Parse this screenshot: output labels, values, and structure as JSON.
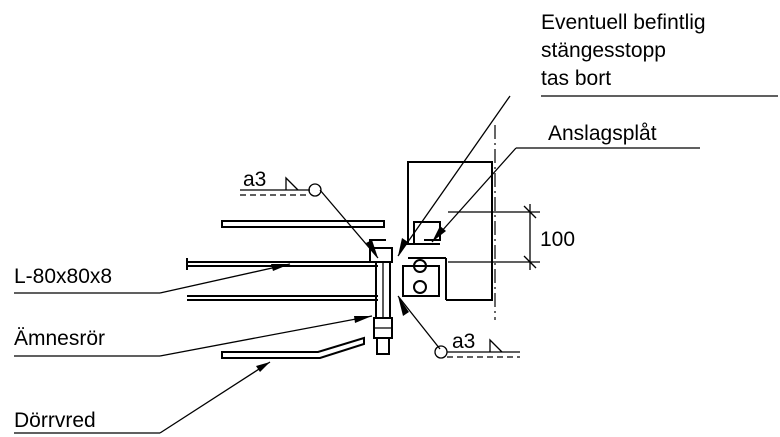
{
  "labels": {
    "removal_note": [
      "Eventuell befintlig",
      "stängesstopp",
      "tas bort"
    ],
    "stop_plate": "Anslagsplåt",
    "angle_profile": "L-80x80x8",
    "blank_tube": "Ämnesrör",
    "door_handle": "Dörrvred",
    "dimension_value": "100",
    "weld_top": "a3",
    "weld_bottom": "a3"
  }
}
